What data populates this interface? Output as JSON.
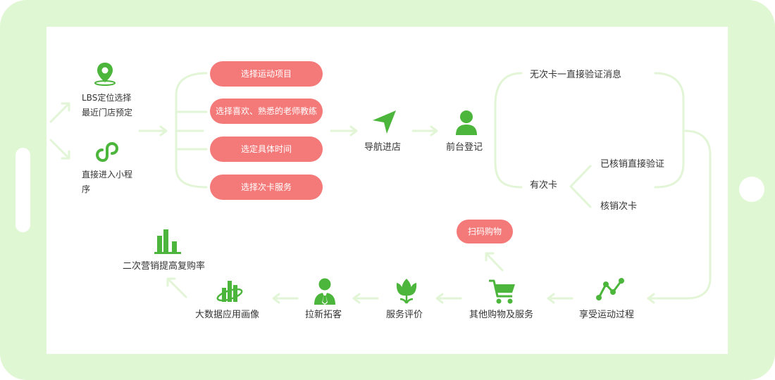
{
  "start": {
    "lbs": [
      "LBS定位选择",
      "最近门店预定"
    ],
    "miniapp": [
      "直接进入小程",
      "序"
    ]
  },
  "options": [
    "选择运动项目",
    "选择喜欢、熟悉的老师教练",
    "选定具体时间",
    "选择次卡服务"
  ],
  "steps": {
    "navigate": "导航进店",
    "checkin": "前台登记",
    "no_card": "无次卡一直接验证消息",
    "has_card": "有次卡",
    "verified": "已核销直接验证",
    "redeem": "核销次卡",
    "enjoy": "享受运动过程",
    "shopping": "其他购物及服务",
    "scan": "扫码购物",
    "review": "服务评价",
    "acquire": "拉新拓客",
    "bigdata": "大数据应用画像",
    "remarketing": "二次营销提高复购率"
  },
  "colors": {
    "frame": "#dff7d2",
    "accent": "#4cb53b",
    "pill": "#f47a7a",
    "line": "#e2f5d6"
  }
}
